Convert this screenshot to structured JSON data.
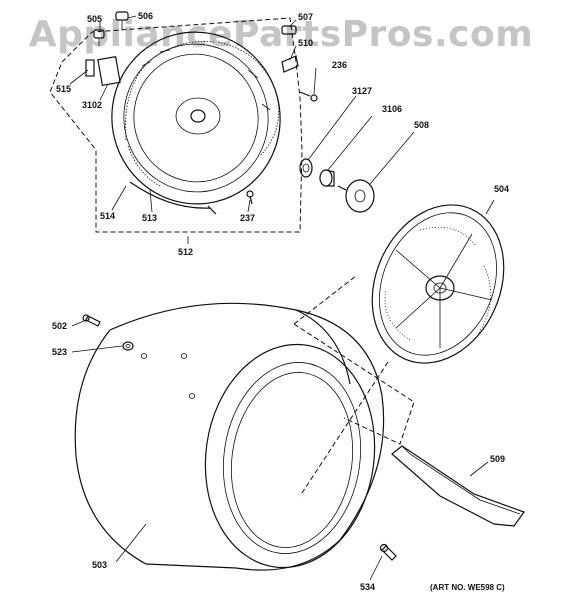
{
  "watermark": "AppliancePartsPros.com",
  "art_number": "(ART NO. WE598 C)",
  "callouts": {
    "p505": "505",
    "p506": "506",
    "p507": "507",
    "p510": "510",
    "p236": "236",
    "p515": "515",
    "p3102": "3102",
    "p3127": "3127",
    "p3106": "3106",
    "p508": "508",
    "p514": "514",
    "p513": "513",
    "p237": "237",
    "p512": "512",
    "p504": "504",
    "p502": "502",
    "p523": "523",
    "p509": "509",
    "p503": "503",
    "p534": "534"
  }
}
